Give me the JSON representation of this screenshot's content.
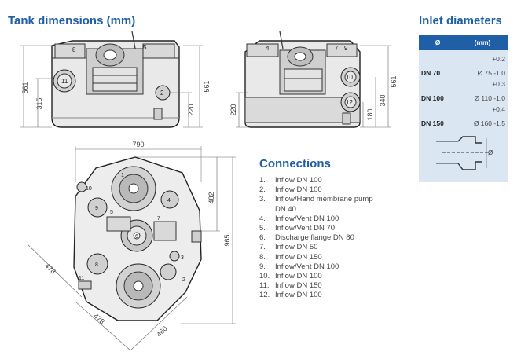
{
  "headings": {
    "tank_dimensions": "Tank dimensions (mm)",
    "inlet_diameters": "Inlet diameters",
    "connections": "Connections"
  },
  "inlet_table": {
    "col_dn": "Ø",
    "col_mm": "(mm)",
    "rows": [
      {
        "dn": "DN 70",
        "tol_plus": "+0.2",
        "diameter": "Ø 75 -1.0"
      },
      {
        "dn": "DN 100",
        "tol_plus": "+0.3",
        "diameter": "Ø 110 -1.0"
      },
      {
        "dn": "DN 150",
        "tol_plus": "+0.4",
        "diameter": "Ø 160 -1.5"
      }
    ],
    "sketch_label": "Ø"
  },
  "connections": [
    {
      "num": "1.",
      "text": "Inflow DN 100"
    },
    {
      "num": "2.",
      "text": "Inflow DN 100"
    },
    {
      "num": "3.",
      "text": "Inflow/Hand membrane pump DN 40"
    },
    {
      "num": "4.",
      "text": "Inflow/Vent DN 100"
    },
    {
      "num": "5.",
      "text": "Inflow/Vent DN 70"
    },
    {
      "num": "6.",
      "text": "Discharge flange DN 80"
    },
    {
      "num": "7.",
      "text": "Inflow DN 50"
    },
    {
      "num": "8.",
      "text": "Inflow DN 150"
    },
    {
      "num": "9.",
      "text": "Inflow/Vent DN 100"
    },
    {
      "num": "10.",
      "text": "Inflow DN 100"
    },
    {
      "num": "11.",
      "text": "Inflow DN 150"
    },
    {
      "num": "12.",
      "text": "Inflow DN 100"
    }
  ],
  "front_view": {
    "dim_height": "561",
    "dim_inlet11": "315",
    "dim_right": "561",
    "dim_inlet2": "220",
    "labels": [
      "8",
      "5",
      "11",
      "2"
    ]
  },
  "side_view": {
    "dim_left": "220",
    "dim_right_outer": "561",
    "dim_right_mid": "340",
    "dim_right_low": "180",
    "labels": [
      "4",
      "7",
      "9",
      "10",
      "12"
    ]
  },
  "top_view": {
    "dim_width": "790",
    "dim_depth_upper": "482",
    "dim_depth_total": "965",
    "dim_diag_left": "478",
    "dim_diag_bottom": "478",
    "dim_diag_right": "460",
    "labels": [
      "10",
      "9",
      "1",
      "4",
      "5",
      "7",
      "6",
      "3",
      "8",
      "11",
      "2"
    ]
  }
}
